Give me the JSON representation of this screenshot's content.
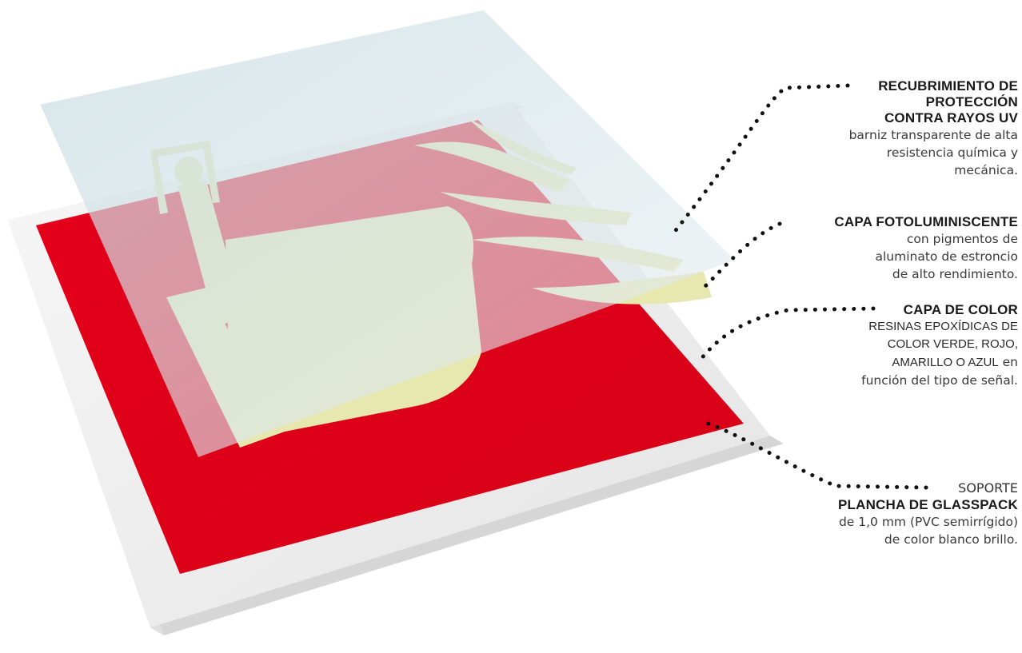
{
  "layers": [
    {
      "title_lines": [
        "RECUBRIMIENTO DE",
        "PROTECCIÓN",
        "CONTRA RAYOS UV"
      ],
      "description_lines": [
        "barniz transparente de alta",
        "resistencia química y",
        "mecánica."
      ]
    },
    {
      "title_lines": [
        "CAPA FOTOLUMINISCENTE"
      ],
      "description_lines": [
        "con pigmentos de",
        "aluminato de estroncio",
        "de alto rendimiento."
      ]
    },
    {
      "title_lines": [
        "CAPA DE COLOR"
      ],
      "caps_lines": [
        "RESINAS EPOXÍDICAS DE",
        "COLOR VERDE, ROJO,"
      ],
      "caps_line_3": "AMARILLO O AZUL",
      "caps_line_3_suffix": " en",
      "description_lines": [
        "función del tipo de señal."
      ]
    },
    {
      "prefix": "SOPORTE",
      "title_lines": [
        "PLANCHA DE GLASSPACK"
      ],
      "description_lines": [
        "de 1,0 mm (PVC semirrígido)",
        "de color blanco brillo."
      ]
    }
  ],
  "colors": {
    "sign_red": "#e2001a",
    "photoluminescent": "#e6e8b0",
    "uv_layer": "#dce6ea",
    "base_white": "#f2f2f2",
    "text_dark": "#1a1a1a"
  },
  "icons": {
    "sign_pictogram": "fire-alarm-hand-icon",
    "flames": "flame-waves-icon"
  }
}
